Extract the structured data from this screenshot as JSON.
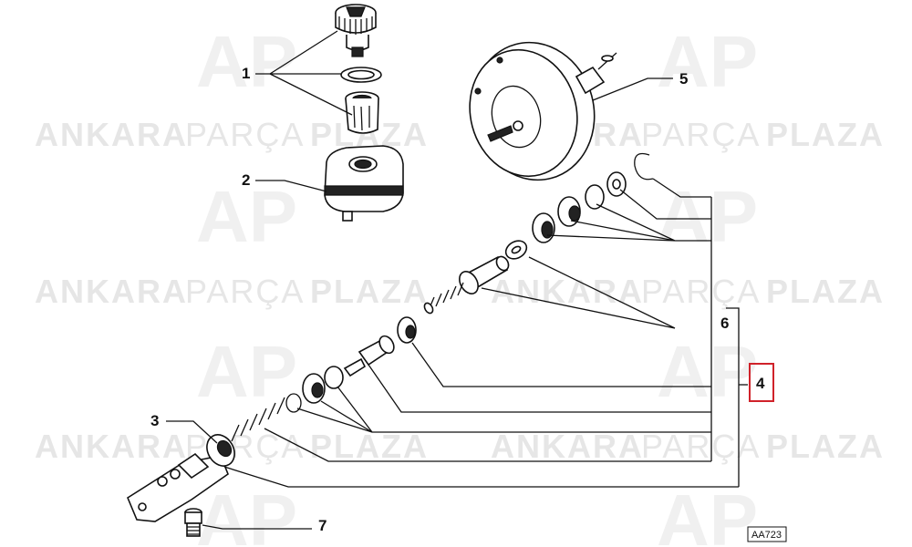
{
  "watermark": {
    "word1": "ANKARA",
    "word2": "PARÇA",
    "word3": "PLAZA",
    "logo_text": "AP"
  },
  "callouts": {
    "p1": "1",
    "p2": "2",
    "p3": "3",
    "p4": "4",
    "p5": "5",
    "p6": "6",
    "p7": "7"
  },
  "reference_code": "AA723",
  "colors": {
    "highlight_box": "#d0222a",
    "ink": "#111111",
    "watermark": "#e6e6e6"
  }
}
